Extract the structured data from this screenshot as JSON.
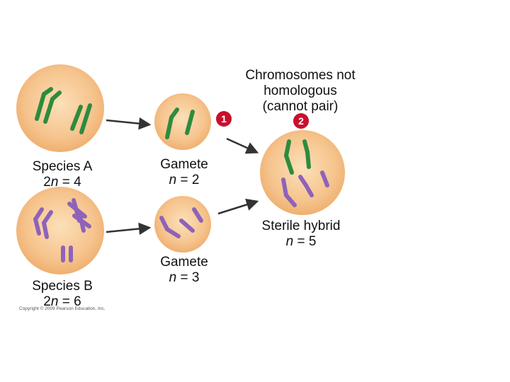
{
  "labels": {
    "species_a": {
      "name": "Species A",
      "ploidy_prefix": "2",
      "ploidy_var": "n",
      "ploidy_value": " = 4"
    },
    "species_b": {
      "name": "Species B",
      "ploidy_prefix": "2",
      "ploidy_var": "n",
      "ploidy_value": " = 6"
    },
    "gamete_a": {
      "name": "Gamete",
      "var": "n",
      "value": " = 2"
    },
    "gamete_b": {
      "name": "Gamete",
      "var": "n",
      "value": " = 3"
    },
    "hybrid": {
      "name": "Sterile hybrid",
      "var": "n",
      "value": " = 5"
    },
    "note": {
      "line1": "Chromosomes not",
      "line2": "homologous",
      "line3": "(cannot pair)"
    }
  },
  "steps": {
    "one": "1",
    "two": "2"
  },
  "copyright": "Copyright © 2009 Pearson Education, Inc.",
  "colors": {
    "cell_fill": "#f5c08a",
    "cell_edge": "#f0b476",
    "green_chromosome": "#2e8b3e",
    "purple_chromosome": "#8e63b8",
    "arrow": "#333333",
    "step_badge": "#c8102e"
  }
}
